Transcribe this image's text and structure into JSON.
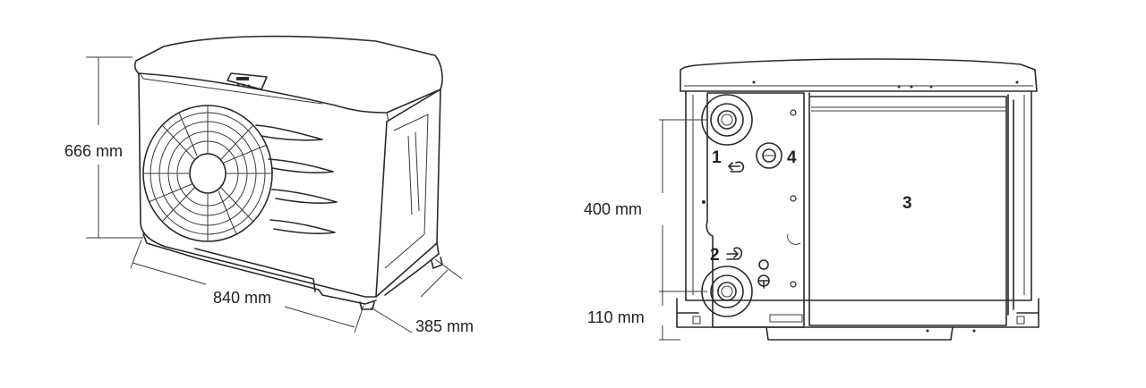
{
  "dimensions": {
    "height": "666 mm",
    "width": "840 mm",
    "depth": "385 mm",
    "connection_spacing": "400 mm",
    "connection_height": "110 mm"
  },
  "callouts": {
    "one": "1",
    "two": "2",
    "three": "3",
    "four": "4"
  },
  "colors": {
    "line": "#2a2a2a",
    "text": "#222222",
    "background": "#ffffff"
  }
}
